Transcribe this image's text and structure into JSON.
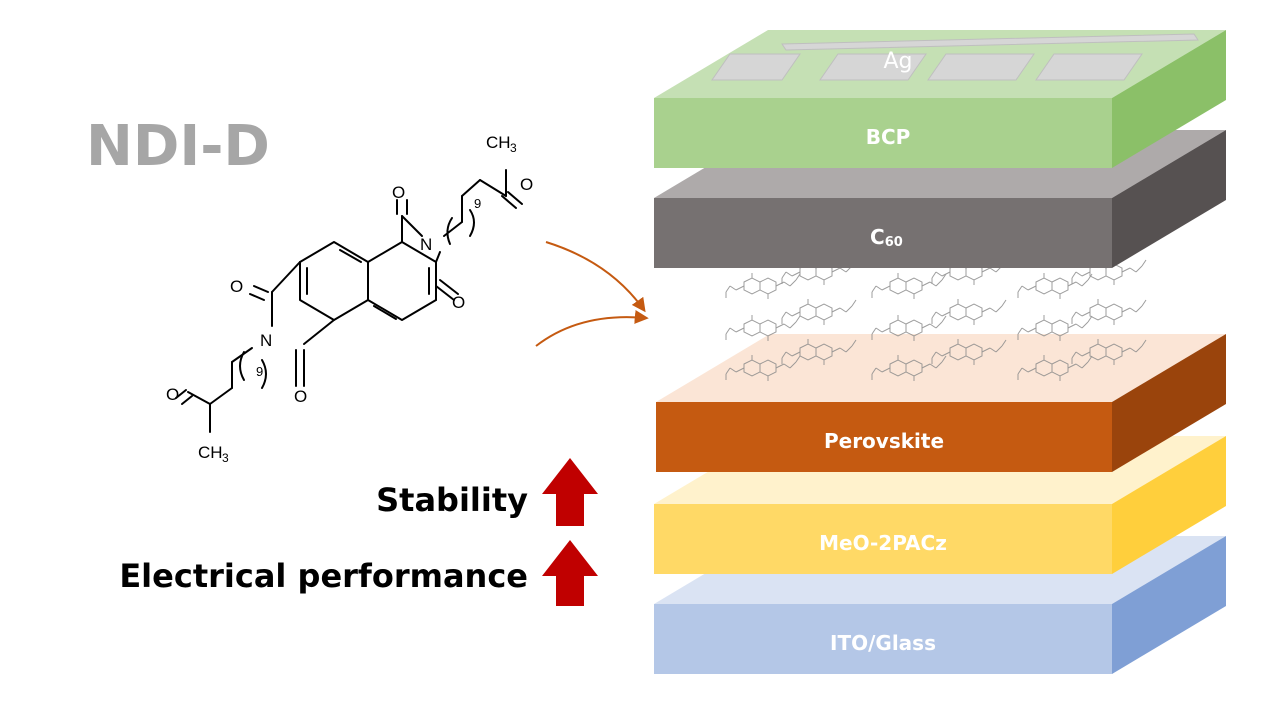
{
  "title": "NDI-D",
  "molecule": {
    "atoms": {
      "o": "O",
      "n": "N",
      "ch": "CH",
      "three": "3",
      "nine": "9"
    }
  },
  "layers": {
    "ag": "Ag",
    "bcp": "BCP",
    "c60_main": "C",
    "c60_sub": "60",
    "perovskite": "Perovskite",
    "meo": "MeO-2PACz",
    "ito": "ITO/Glass"
  },
  "claims": {
    "stability": "Stability",
    "electrical": "Electrical performance"
  },
  "colors": {
    "title": "#a6a6a6",
    "bcp_front": "#a9d18e",
    "bcp_top": "#c5e0b4",
    "bcp_side": "#8bc068",
    "c60_front": "#767171",
    "c60_top": "#aeaaaa",
    "c60_side": "#565151",
    "perov_front": "#c55a11",
    "perov_top": "#fbe5d6",
    "perov_side": "#9a440c",
    "meo_front": "#ffd966",
    "meo_top": "#fff2cc",
    "meo_side": "#ffcf3c",
    "ito_front": "#b4c7e7",
    "ito_top": "#dae3f3",
    "ito_side": "#7f9fd5",
    "ag": "#d6d6d6",
    "arrow_curve": "#c55a11",
    "arrow_up": "#c00000"
  }
}
